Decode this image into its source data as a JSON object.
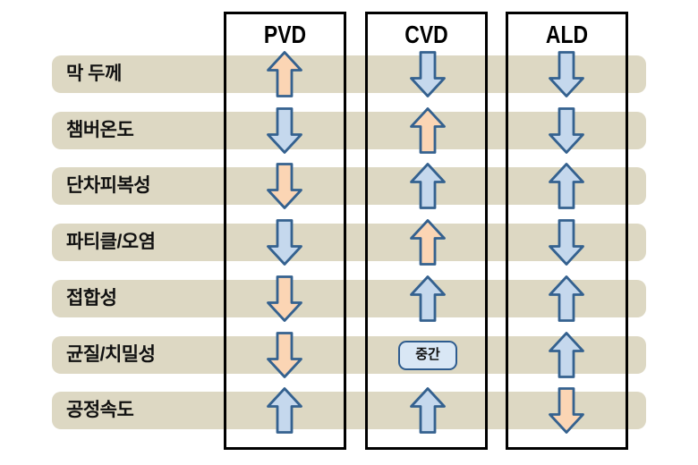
{
  "columns": [
    {
      "label": "PVD"
    },
    {
      "label": "CVD"
    },
    {
      "label": "ALD"
    }
  ],
  "rows": [
    {
      "label": "막 두께",
      "cells": [
        "up-orange",
        "down-blue",
        "down-blue"
      ]
    },
    {
      "label": "챔버온도",
      "cells": [
        "down-blue",
        "up-orange",
        "down-blue"
      ]
    },
    {
      "label": "단차피복성",
      "cells": [
        "down-orange",
        "up-blue",
        "up-blue"
      ]
    },
    {
      "label": "파티클/오염",
      "cells": [
        "down-blue",
        "up-orange",
        "down-blue"
      ]
    },
    {
      "label": "접합성",
      "cells": [
        "down-orange",
        "up-blue",
        "up-blue"
      ]
    },
    {
      "label": "균질/치밀성",
      "cells": [
        "down-orange",
        "badge-medium",
        "up-blue"
      ]
    },
    {
      "label": "공정속도",
      "cells": [
        "up-blue",
        "up-blue",
        "down-orange"
      ]
    }
  ],
  "badge": {
    "label": "중간"
  },
  "colors": {
    "background": "#FFFFFF",
    "row_bar": "#DDD8C3",
    "arrow_orange_fill": "#FBD5B4",
    "arrow_blue_fill": "#C5D8ED",
    "arrow_stroke": "#34618F",
    "badge_fill": "#D9E7F5",
    "badge_stroke": "#2E5C8F",
    "box_border": "#000000"
  }
}
